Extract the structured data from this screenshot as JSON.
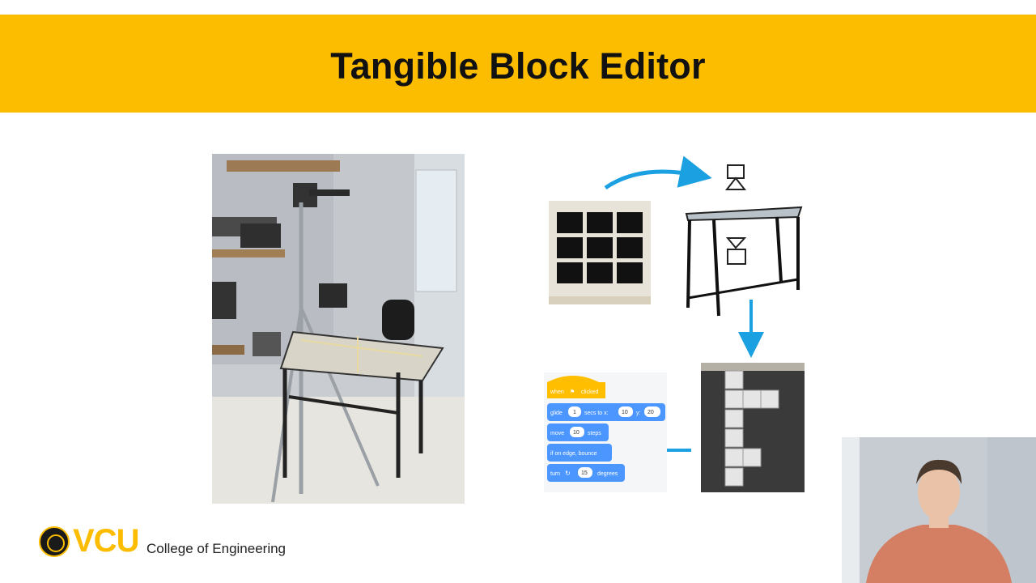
{
  "slide": {
    "title": "Tangible Block Editor"
  },
  "diagram": {
    "blocks": {
      "when_clicked": "when",
      "clicked": "clicked",
      "glide": "glide",
      "glide_secs": "1",
      "secs_to_x": "secs to x:",
      "glide_x": "10",
      "y_label": "y:",
      "glide_y": "20",
      "move": "move",
      "move_steps_val": "10",
      "steps": "steps",
      "if_on_edge": "if on edge, bounce",
      "turn": "turn",
      "turn_val": "15",
      "degrees": "degrees"
    }
  },
  "footer": {
    "logo_text": "VCU",
    "college": "College of Engineering"
  },
  "colors": {
    "banner": "#fcbc00",
    "arrow": "#1ba1e2",
    "scratch_blue": "#4c97ff",
    "scratch_yellow": "#ffbf00"
  }
}
